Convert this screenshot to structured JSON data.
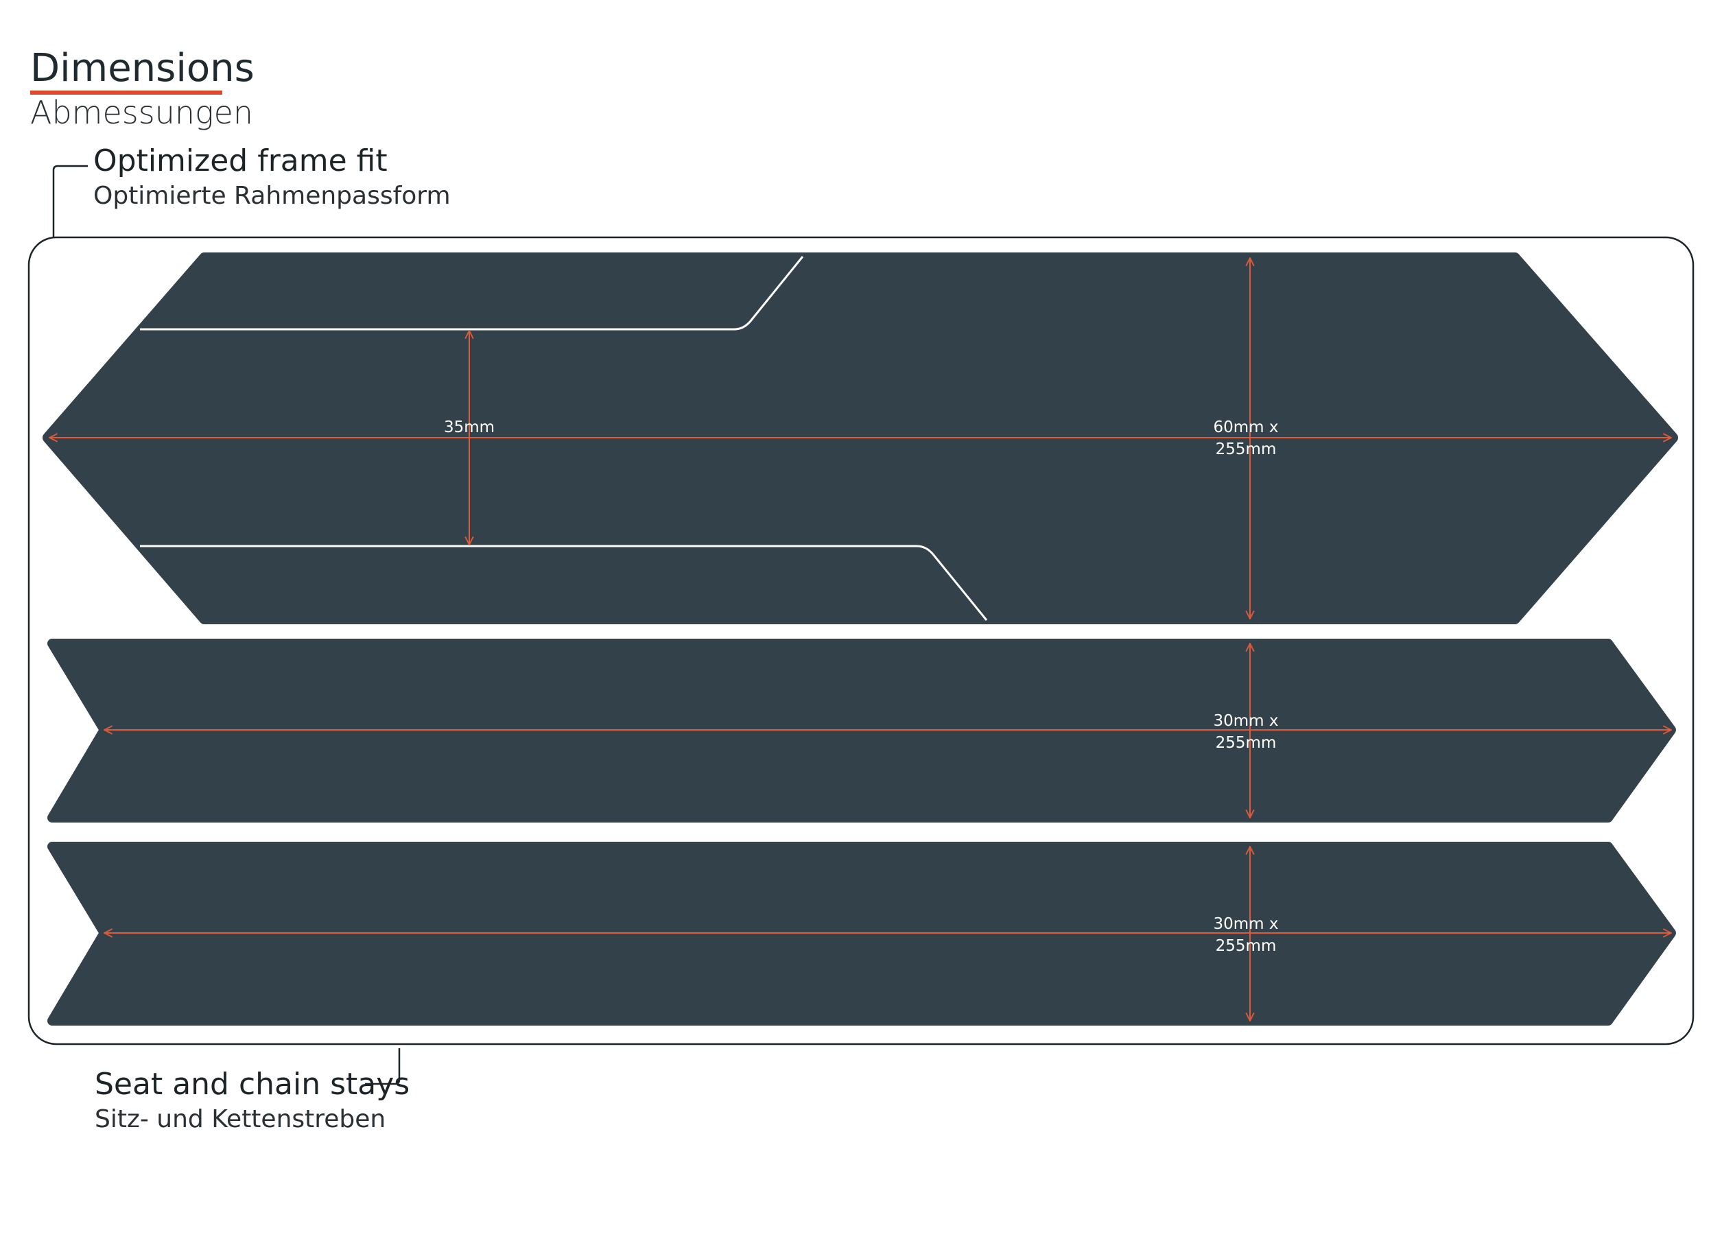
{
  "header": {
    "title": "Dimensions",
    "subtitle": "Abmessungen"
  },
  "callouts": {
    "top": {
      "en": "Optimized frame fit",
      "de": "Optimierte Rahmenpassform"
    },
    "bottom": {
      "en": "Seat and chain stays",
      "de": "Sitz- und Kettenstreben"
    }
  },
  "pieces": [
    {
      "id": "frame",
      "dimension_line1": "60mm x",
      "dimension_line2": "255mm",
      "inner_dimension": "35mm"
    },
    {
      "id": "stay-1",
      "dimension_line1": "30mm x",
      "dimension_line2": "255mm"
    },
    {
      "id": "stay-2",
      "dimension_line1": "30mm x",
      "dimension_line2": "255mm"
    }
  ],
  "colors": {
    "piece_fill": "#33414a",
    "dimension_line": "#e05a3a",
    "accent": "#e04a2c",
    "outline": "#1d2428"
  }
}
